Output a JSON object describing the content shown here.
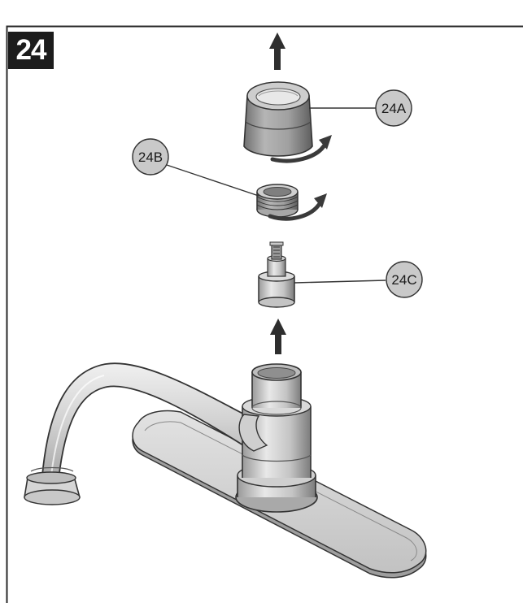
{
  "step": {
    "number": "24"
  },
  "callouts": [
    {
      "id": "24A",
      "label": "24A",
      "part": "handle-cap"
    },
    {
      "id": "24B",
      "label": "24B",
      "part": "bonnet-nut"
    },
    {
      "id": "24C",
      "label": "24C",
      "part": "cartridge"
    }
  ],
  "icons": [
    "arrow-up-icon",
    "rotation-arrow-icon"
  ],
  "colors": {
    "frame": "#2a2a2a",
    "badge": "#1c1c1c",
    "callout_fill": "#c9c9c9",
    "part_light": "#e6e6e6",
    "part_mid": "#bdbdbd",
    "part_dark": "#7a7a7a",
    "outline": "#333333"
  }
}
